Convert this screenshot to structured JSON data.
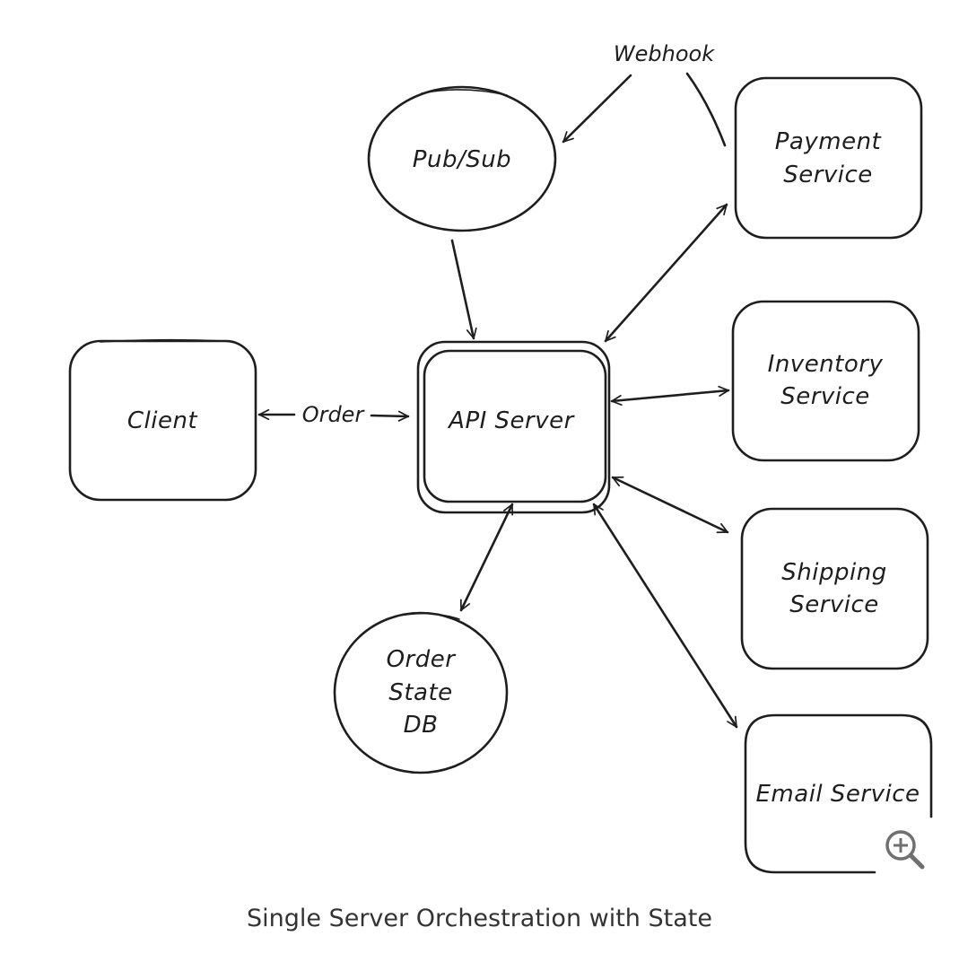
{
  "nodes": {
    "client": "Client",
    "api_server": "API Server",
    "pubsub": "Pub/Sub",
    "order_db": [
      "Order",
      "State",
      "DB"
    ],
    "payment": [
      "Payment",
      "Service"
    ],
    "inventory": [
      "Inventory",
      "Service"
    ],
    "shipping": [
      "Shipping",
      "Service"
    ],
    "email": "Email Service"
  },
  "edges": {
    "order": "Order",
    "webhook": "Webhook"
  },
  "caption": "Single Server Orchestration with State",
  "icons": {
    "zoom": "zoom-in-icon"
  }
}
